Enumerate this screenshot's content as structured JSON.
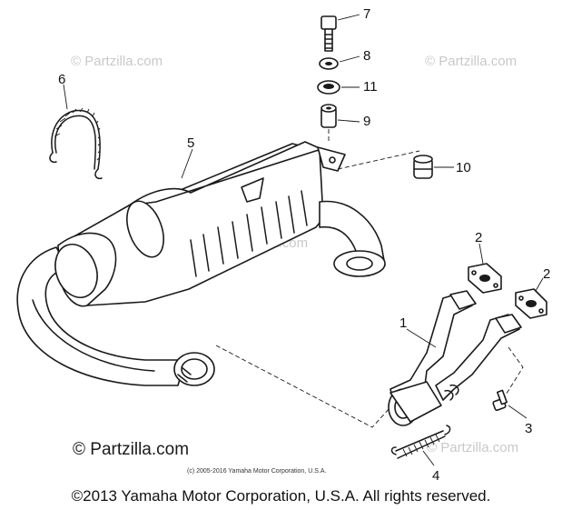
{
  "watermarks": {
    "top_left": "© Partzilla.com",
    "top_right": "© Partzilla.com",
    "center": "© Partzilla.com",
    "bottom_right": "© Partzilla.com",
    "bottom_left": "© Partzilla.com"
  },
  "small_copyright": "(c) 2005-2016 Yamaha Motor Corporation, U.S.A.",
  "footer_copyright": "©2013 Yamaha Motor Corporation, U.S.A. All rights reserved.",
  "callouts": {
    "part_1": "1",
    "part_2a": "2",
    "part_2b": "2",
    "part_3": "3",
    "part_4": "4",
    "part_5": "5",
    "part_6": "6",
    "part_7": "7",
    "part_8": "8",
    "part_9": "9",
    "part_10": "10",
    "part_11": "11"
  },
  "colors": {
    "ink": "#1a1a1a",
    "watermark": "#c9c9c9",
    "background": "#ffffff"
  }
}
